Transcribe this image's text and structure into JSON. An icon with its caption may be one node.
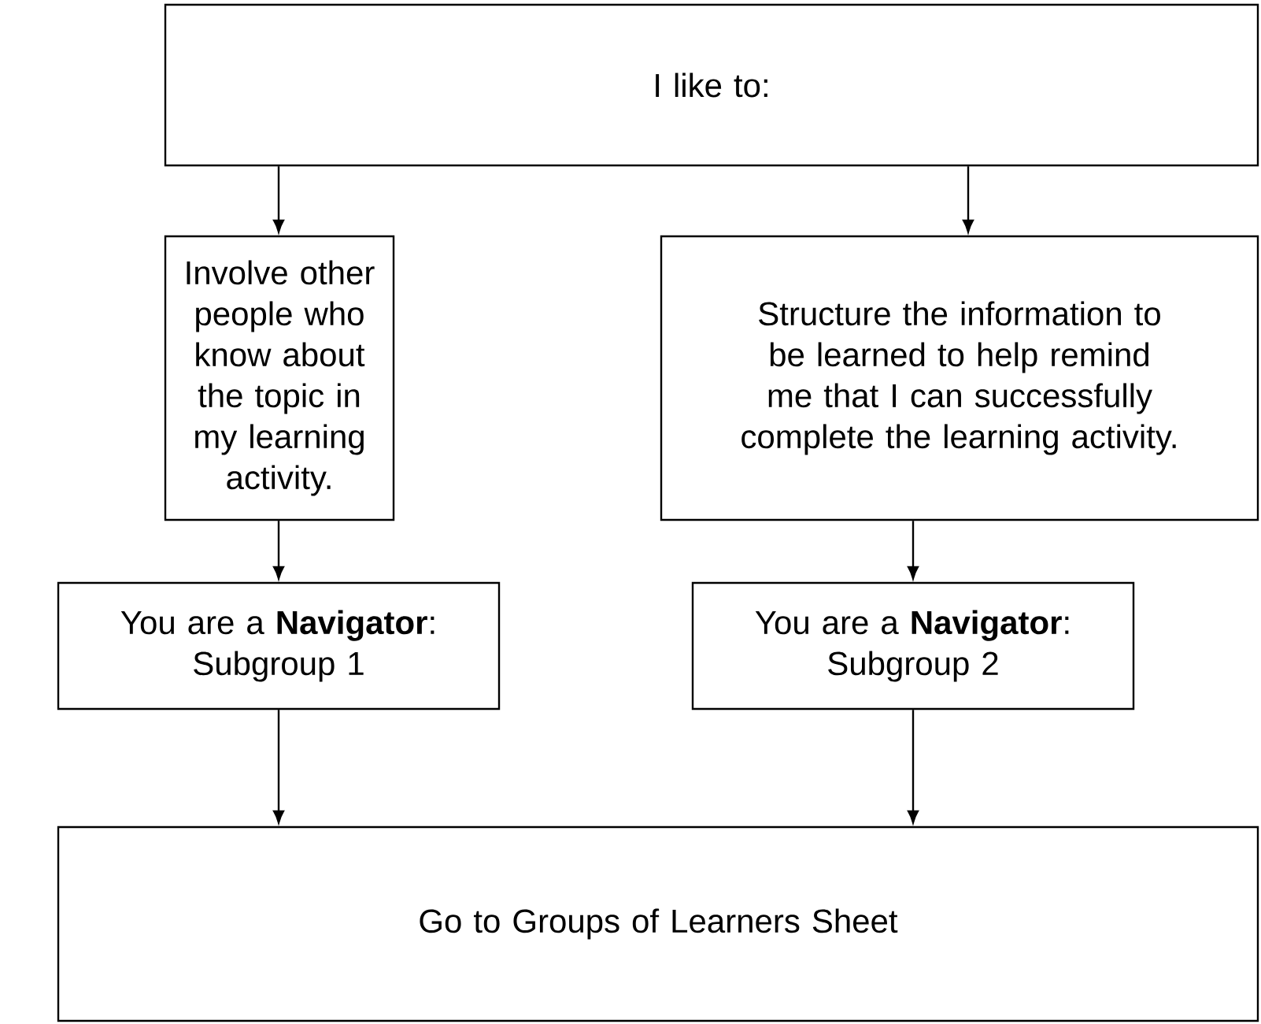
{
  "diagram": {
    "nodes": [
      {
        "text": [
          "I like to:"
        ]
      },
      {
        "text": [
          "Involve other people who know about the topic in my learning activity."
        ]
      },
      {
        "text": [
          "Structure the information to be learned to help remind me that I can successfully complete the learning activity."
        ]
      },
      {
        "text": [
          "You are a **Navigator**: Subgroup 1"
        ]
      },
      {
        "text": [
          "You are a **Navigator**: Subgroup 2"
        ]
      },
      {
        "text": [
          "Go to Groups of Learners Sheet"
        ]
      }
    ],
    "edges": [
      {
        "from": 0,
        "to": 1,
        "arrow": "to"
      },
      {
        "from": 0,
        "to": 2,
        "arrow": "to"
      },
      {
        "from": 1,
        "to": 3,
        "arrow": "to"
      },
      {
        "from": 2,
        "to": 4,
        "arrow": "to"
      },
      {
        "from": 3,
        "to": 5,
        "arrow": "to"
      },
      {
        "from": 4,
        "to": 5,
        "arrow": "to"
      }
    ]
  }
}
